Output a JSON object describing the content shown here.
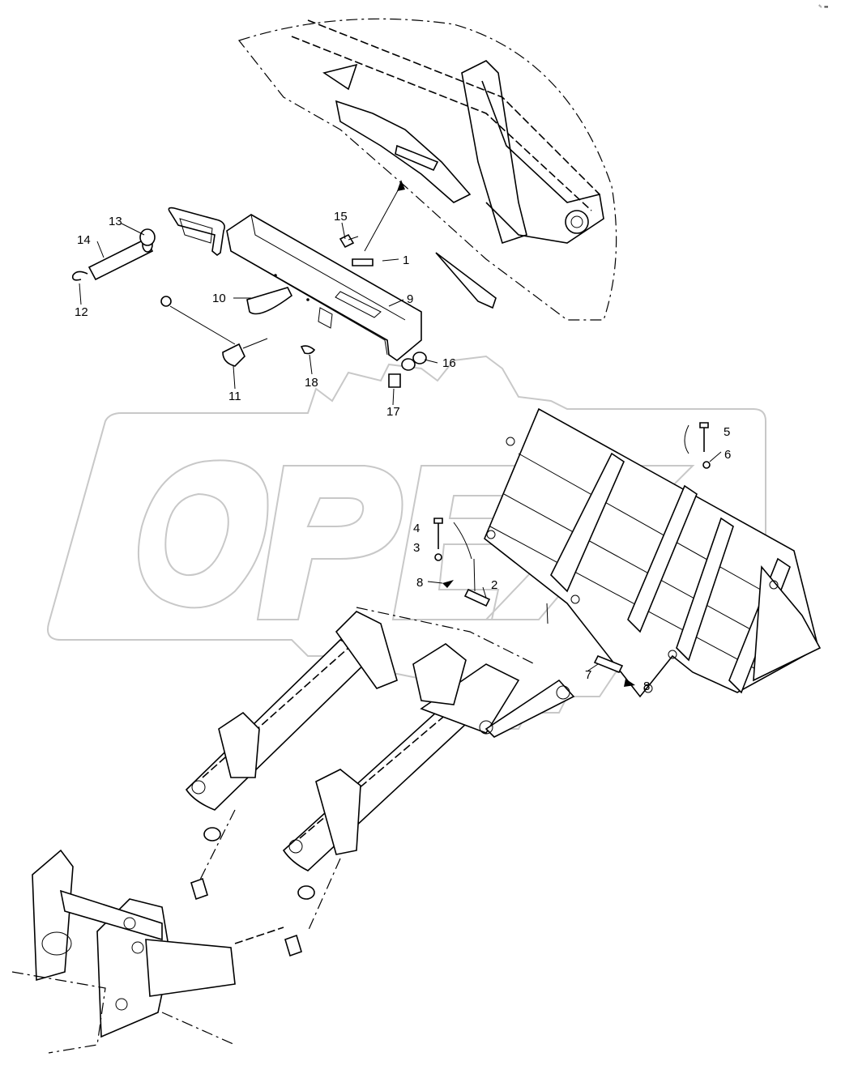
{
  "corner_mark": "✎ ▬",
  "callouts": [
    {
      "id": "c1",
      "text": "1"
    },
    {
      "id": "c2",
      "text": "2"
    },
    {
      "id": "c3",
      "text": "3"
    },
    {
      "id": "c4",
      "text": "4"
    },
    {
      "id": "c5",
      "text": "5"
    },
    {
      "id": "c6",
      "text": "6"
    },
    {
      "id": "c7",
      "text": "7"
    },
    {
      "id": "c8a",
      "text": "8"
    },
    {
      "id": "c8b",
      "text": "8"
    },
    {
      "id": "c9",
      "text": "9"
    },
    {
      "id": "c10",
      "text": "10"
    },
    {
      "id": "c11",
      "text": "11"
    },
    {
      "id": "c12",
      "text": "12"
    },
    {
      "id": "c13",
      "text": "13"
    },
    {
      "id": "c14",
      "text": "14"
    },
    {
      "id": "c15",
      "text": "15"
    },
    {
      "id": "c16",
      "text": "16"
    },
    {
      "id": "c17",
      "text": "17"
    },
    {
      "id": "c18",
      "text": "18"
    }
  ],
  "watermark": {
    "logo_text": "OPEX",
    "color": "#c8c8c8"
  },
  "colors": {
    "line": "#000000",
    "background": "#ffffff"
  }
}
